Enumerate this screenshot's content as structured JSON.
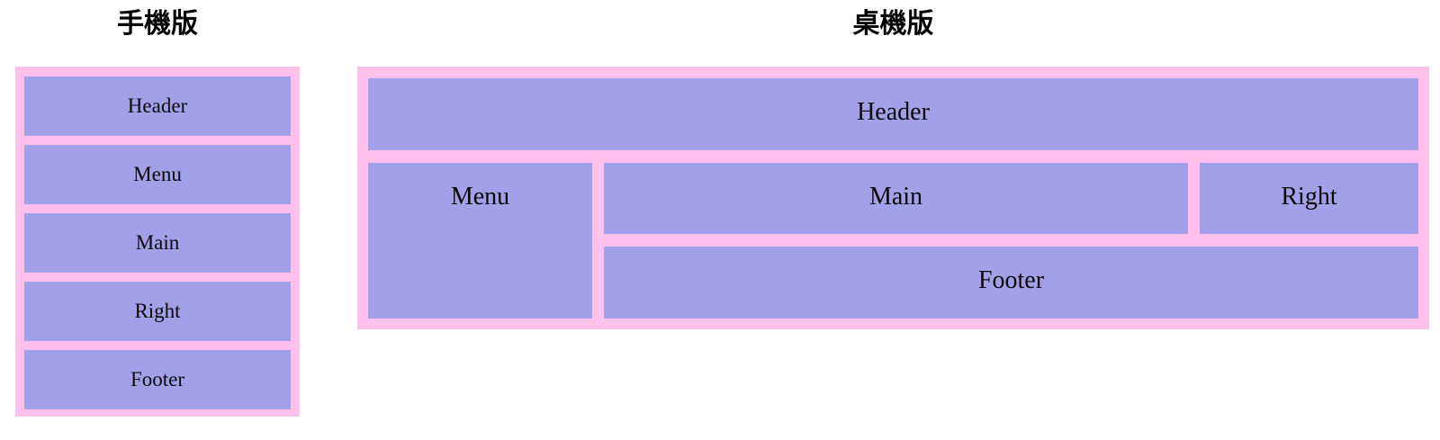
{
  "colors": {
    "container_background": "#ffc1ec",
    "box_background": "#a2a0e9",
    "label_text": "#0a0a0a",
    "title_text": "#000000"
  },
  "mobile": {
    "title": "手機版",
    "boxes": [
      "Header",
      "Menu",
      "Main",
      "Right",
      "Footer"
    ]
  },
  "desktop": {
    "title": "桌機版",
    "boxes": {
      "header": "Header",
      "menu": "Menu",
      "main": "Main",
      "right": "Right",
      "footer": "Footer"
    }
  }
}
